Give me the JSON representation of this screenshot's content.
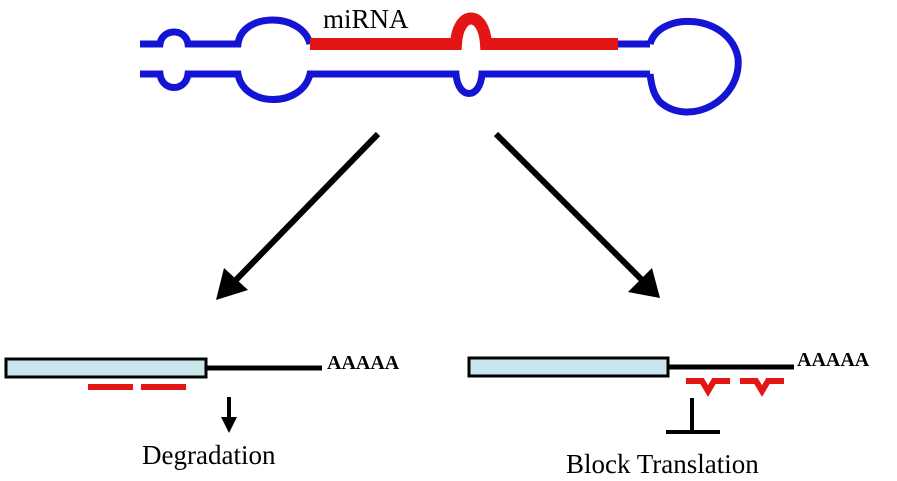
{
  "hairpin": {
    "mirna_label": "miRNA",
    "colors": {
      "precursor": "#1414d4",
      "mirna": "#e41515"
    }
  },
  "pathways": {
    "left": {
      "tail_label": "AAAAA",
      "outcome_label": "Degradation"
    },
    "right": {
      "tail_label": "AAAAA",
      "outcome_label": "Block Translation"
    }
  },
  "colors": {
    "coding_region_fill": "#c9e6ec",
    "line": "#000000",
    "binding_site": "#e41515"
  }
}
